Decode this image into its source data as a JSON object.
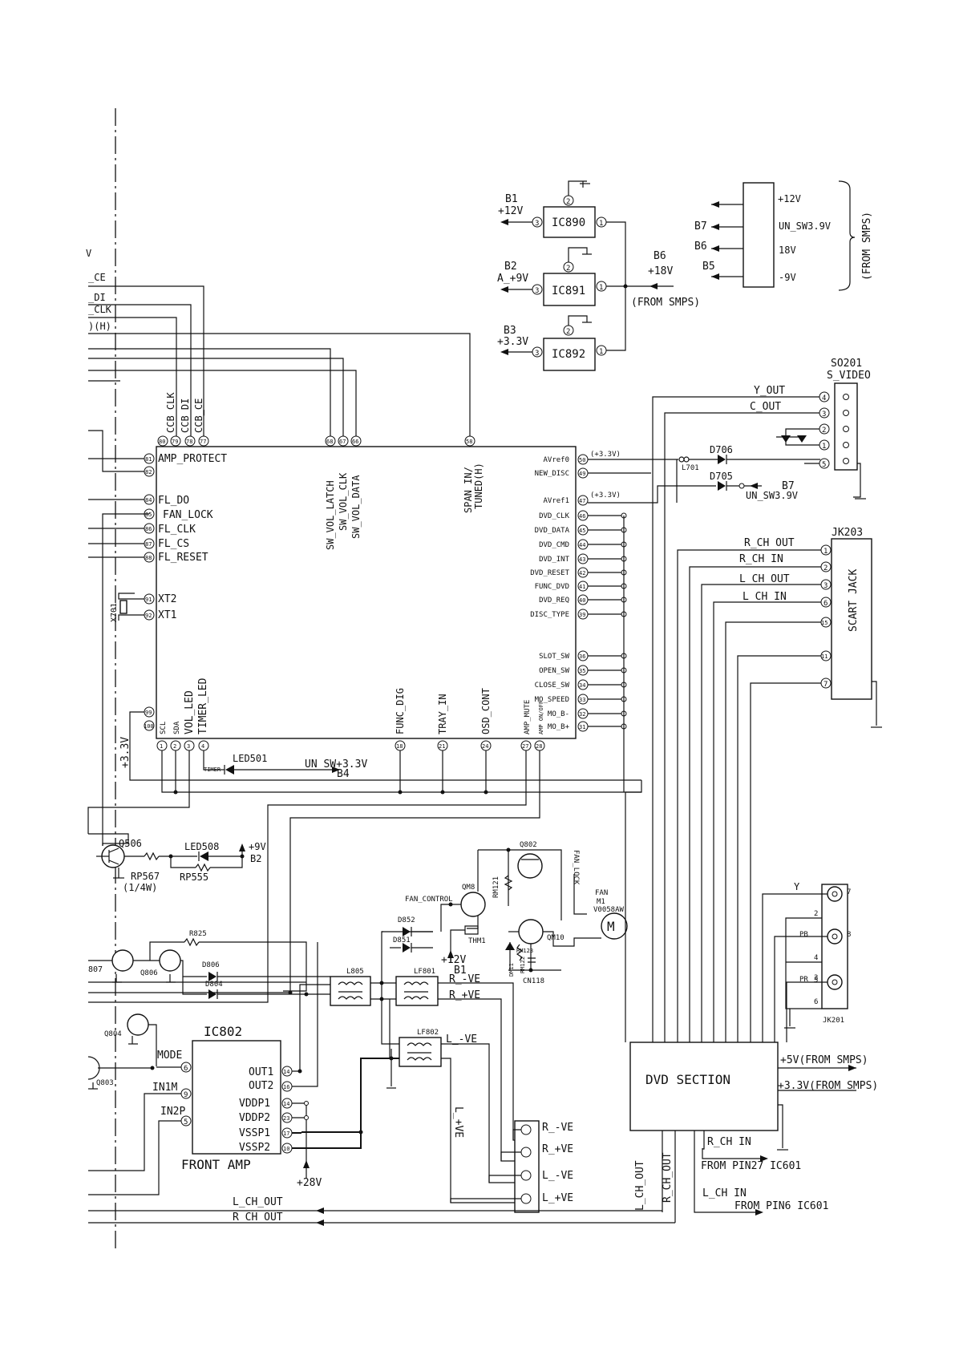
{
  "ic890": {
    "name": "IC890",
    "net": "B1",
    "volt": "+12V",
    "p1": "1",
    "p2": "2",
    "p3": "3"
  },
  "ic891": {
    "name": "IC891",
    "net": "B2",
    "volt": "A_+9V",
    "p1": "1",
    "p2": "2",
    "p3": "3"
  },
  "ic892": {
    "name": "IC892",
    "net": "B3",
    "volt": "+3.3V",
    "p1": "1",
    "p2": "2",
    "p3": "3"
  },
  "b6": {
    "net": "B6",
    "volt": "+18V",
    "from": "(FROM SMPS)"
  },
  "smps": {
    "l1": "+12V",
    "l2": "UN_SW3.9V",
    "l3": "18V",
    "l4": "-9V",
    "b7": "B7",
    "b6": "B6",
    "b5": "B5",
    "from": "(FROM SMPS)"
  },
  "left_edge": {
    "v": "V",
    "ce": "_CE",
    "di": "_DI",
    "clk": "_CLK",
    "h": ")(H)"
  },
  "mcu": {
    "top_pins": {
      "ccb_clk": "CCB_CLK",
      "ccb_di": "CCB_DI",
      "ccb_ce": "CCB_CE",
      "p80": "80",
      "p79": "79",
      "p78": "78",
      "p77": "77",
      "sw_vol_latch": "SW_VOL_LATCH",
      "sw_vol_clk": "SW_VOL_CLK",
      "sw_vol_data": "SW_VOL_DATA",
      "p68": "68",
      "p67": "67",
      "p66": "66",
      "span": "SPAN IN/",
      "tuned": "TUNED(H)",
      "p58": "58"
    },
    "left_pins": {
      "amp_protect": "AMP_PROTECT",
      "fl_do": "FL_DO",
      "fan_lock": "FAN_LOCK",
      "fl_clk": "FL_CLK",
      "fl_cs": "FL_CS",
      "fl_reset": "FL_RESET",
      "xt2": "XT2",
      "xt1": "XT1",
      "x701": "X701",
      "p81": "81",
      "p82": "82",
      "p84": "84",
      "p85": "85",
      "p86": "86",
      "p87": "87",
      "p88": "88",
      "p91": "91",
      "p92": "92",
      "p99": "99",
      "p100": "100",
      "v33": "+3.3V"
    },
    "bottom_pins": {
      "scl": "SCL",
      "sda": "SDA",
      "vol_led": "VOL_LED",
      "timer_led": "TIMER_LED",
      "func_dig": "FUNC_DIG",
      "tray_in": "TRAY_IN",
      "osd_cont": "OSD_CONT",
      "amp_mute": "AMP_MUTE",
      "amp_onoff": "AMP ON/OFF",
      "p1": "1",
      "p2": "2",
      "p3": "3",
      "p4": "4",
      "p18": "18",
      "p21": "21",
      "p24": "24",
      "p27": "27",
      "p28": "28"
    },
    "right_pins": [
      {
        "name": "AVref0",
        "num": "50",
        "note": "(+3.3V)"
      },
      {
        "name": "NEW_DISC",
        "num": "49",
        "note": ""
      },
      {
        "name": "AVref1",
        "num": "47",
        "note": "(+3.3V)"
      },
      {
        "name": "DVD_CLK",
        "num": "46",
        "note": ""
      },
      {
        "name": "DVD_DATA",
        "num": "45",
        "note": ""
      },
      {
        "name": "DVD_CMD",
        "num": "44",
        "note": ""
      },
      {
        "name": "DVD_INT",
        "num": "43",
        "note": ""
      },
      {
        "name": "DVD_RESET",
        "num": "42",
        "note": ""
      },
      {
        "name": "FUNC_DVD",
        "num": "41",
        "note": ""
      },
      {
        "name": "DVD_REQ",
        "num": "40",
        "note": ""
      },
      {
        "name": "DISC_TYPE",
        "num": "39",
        "note": ""
      },
      {
        "name": "SLOT_SW",
        "num": "36",
        "note": ""
      },
      {
        "name": "OPEN_SW",
        "num": "35",
        "note": ""
      },
      {
        "name": "CLOSE_SW",
        "num": "34",
        "note": ""
      },
      {
        "name": "MO_SPEED",
        "num": "33",
        "note": ""
      },
      {
        "name": "MO_B-",
        "num": "32",
        "note": ""
      },
      {
        "name": "MO_B+",
        "num": "31",
        "note": ""
      }
    ]
  },
  "svideo": {
    "ref": "SO201",
    "name": "S_VIDEO",
    "y_out": "Y_OUT",
    "c_out": "C_OUT",
    "p4": "4",
    "p3": "3",
    "p2": "2",
    "p1": "1",
    "p5": "5"
  },
  "avref": {
    "l701": "L701",
    "d706": "D706",
    "d705": "D705",
    "b7": "B7",
    "un_sw": "UN_SW3.9V"
  },
  "scart": {
    "ref": "JK203",
    "name": "SCART JACK",
    "r_out": "R_CH OUT",
    "r_in": "R_CH IN",
    "l_out": "L_CH OUT",
    "l_in": "L_CH IN",
    "p1": "1",
    "p2": "2",
    "p3": "3",
    "p6": "6",
    "p15": "15",
    "p11": "11",
    "p7": "7"
  },
  "led501": {
    "ref": "LED501",
    "timer": "TIMER",
    "net": "UN_SW+3.3V",
    "b4": "B4"
  },
  "q506": {
    "ref": "Q506",
    "led": "LED508",
    "rp567": "RP567",
    "rp567b": "(1/4W)",
    "rp555": "RP555",
    "v9": "+9V",
    "b2": "B2"
  },
  "fan": {
    "q802": "Q802",
    "fan_lock": "FAN_LOCK",
    "fan": "FAN",
    "m1": "M1",
    "model": "V0058AW",
    "fan_control": "FAN_CONTROL",
    "qm8": "QM8",
    "rm121": "RM121",
    "thm1": "THM1",
    "d852": "D852",
    "d851": "D851",
    "v12": "+12V",
    "b1": "B1",
    "dm11": "DM11",
    "rm122": "RM122",
    "rm123": "RM123",
    "qm10": "QM10",
    "cn118": "CN118"
  },
  "protect": {
    "q807": "807",
    "q806": "Q806",
    "r825": "R825",
    "d806": "D806",
    "d804": "D804",
    "q804": "Q804",
    "q803": "Q803"
  },
  "filters": {
    "l805": "L805",
    "lf801": "LF801",
    "lf802": "LF802",
    "r_neg": "R_-VE",
    "r_pos": "R_+VE",
    "l_neg": "L_-VE",
    "l_pos": "L_+VE"
  },
  "ic802": {
    "ref": "IC802",
    "mode": "MODE",
    "in1m": "IN1M",
    "in2p": "IN2P",
    "out1": "OUT1",
    "out2": "OUT2",
    "vddp1": "VDDP1",
    "vddp2": "VDDP2",
    "vssp1": "VSSP1",
    "vssp2": "VSSP2",
    "caption": "FRONT AMP",
    "v28": "+28V",
    "p6": "6",
    "p9": "9",
    "p5": "5",
    "p14a": "14",
    "p16": "16",
    "p14b": "14",
    "p23": "23",
    "p17": "17",
    "p10": "10"
  },
  "speaker": {
    "r_neg": "R_-VE",
    "r_pos": "R_+VE",
    "l_neg": "L_-VE",
    "l_pos": "L_+VE"
  },
  "comp": {
    "ref": "JK201",
    "y": "Y",
    "pb": "PB",
    "pr": "PR",
    "n7": "7",
    "n2": "2",
    "n8": "8",
    "n4": "4",
    "n3": "3",
    "n5": "5",
    "n6": "6"
  },
  "dvd": {
    "name": "DVD SECTION",
    "v5": "+5V(FROM SMPS)",
    "v33": "+3.3V(FROM SMPS)",
    "r_ch_in": "R_CH IN",
    "from27": "FROM PIN27 IC601",
    "l_ch_in": "L_CH IN",
    "from6": "FROM PIN6 IC601",
    "l_ch_out": "L_CH_OUT",
    "r_ch_out": "R_CH_OUT"
  },
  "bottom": {
    "l_ch_out": "L_CH_OUT",
    "r_ch_out": "R_CH_OUT"
  }
}
